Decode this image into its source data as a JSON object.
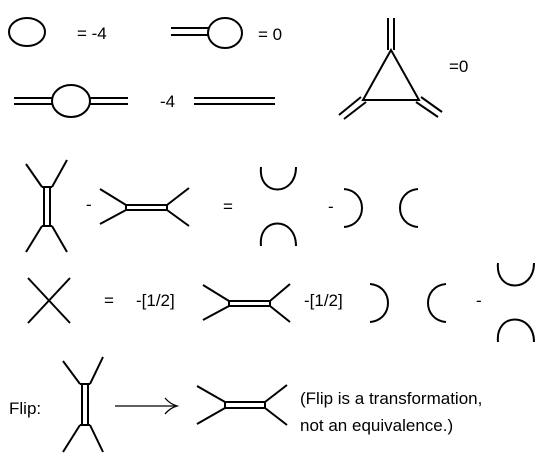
{
  "row1": {
    "circle_value": "= -4",
    "tadpole_value": "= 0",
    "triangle_value": "=0"
  },
  "row2": {
    "bubble_minus": "-4"
  },
  "row3": {
    "minus1": "-",
    "equals": "=",
    "minus2": "-"
  },
  "row4": {
    "equals": "=",
    "coef1": "-[1/2]",
    "coef2": "-[1/2]",
    "minus": "-"
  },
  "flip": {
    "label": "Flip:",
    "arrow": "⟶",
    "note_line1": "(Flip is a transformation,",
    "note_line2": "not an equivalence.)"
  }
}
